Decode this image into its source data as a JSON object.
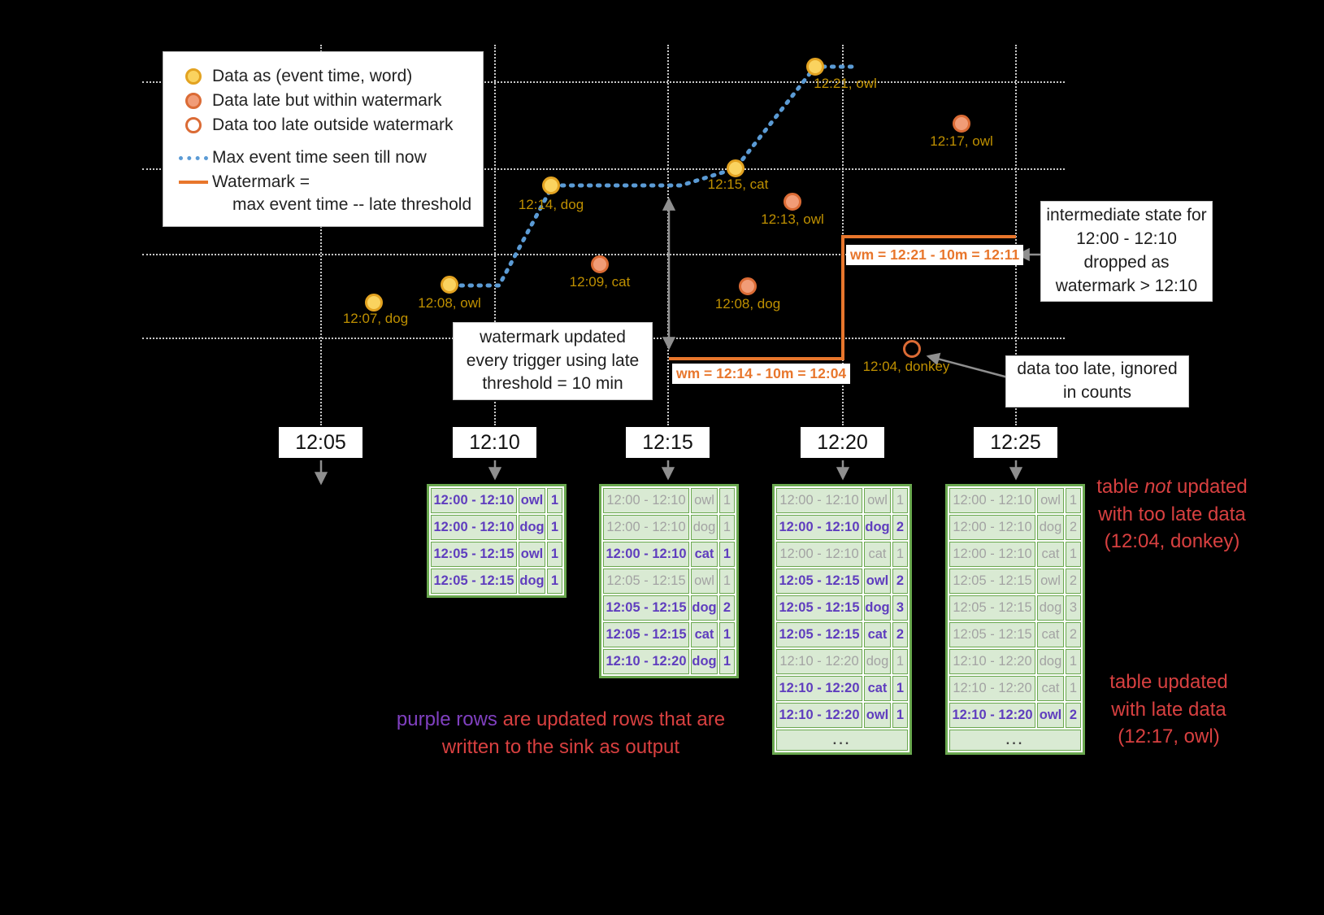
{
  "legend": {
    "items": [
      {
        "label": "Data as (event time, word)"
      },
      {
        "label": "Data late but within watermark"
      },
      {
        "label": "Data too late outside watermark"
      },
      {
        "label": "Max event time seen till now"
      },
      {
        "label": "Watermark ="
      }
    ],
    "watermark_line2": "max event time -- late threshold"
  },
  "points": {
    "ontime": [
      {
        "label": "12:07, dog"
      },
      {
        "label": "12:08, owl"
      },
      {
        "label": "12:14, dog"
      },
      {
        "label": "12:15, cat"
      },
      {
        "label": "12:21, owl"
      }
    ],
    "late": [
      {
        "label": "12:09, cat"
      },
      {
        "label": "12:13, owl"
      },
      {
        "label": "12:08, dog"
      },
      {
        "label": "12:17, owl"
      }
    ],
    "too_late": [
      {
        "label": "12:04, donkey"
      }
    ]
  },
  "watermarks": {
    "wm1": "wm = 12:14 - 10m = 12:04",
    "wm2": "wm = 12:21 - 10m = 12:11"
  },
  "callouts": {
    "update_note": "watermark updated every trigger using late threshold = 10 min",
    "intermediate_note": "intermediate state for 12:00 - 12:10 dropped as watermark > 12:10",
    "too_late_note": "data too late, ignored in counts"
  },
  "triggers": [
    {
      "label": "12:05"
    },
    {
      "label": "12:10"
    },
    {
      "label": "12:15"
    },
    {
      "label": "12:20"
    },
    {
      "label": "12:25"
    }
  ],
  "tables": [
    {
      "trigger": "12:10",
      "rows": [
        {
          "window": "12:00 - 12:10",
          "word": "owl",
          "count": "1",
          "updated": true
        },
        {
          "window": "12:00 - 12:10",
          "word": "dog",
          "count": "1",
          "updated": true
        },
        {
          "window": "12:05 - 12:15",
          "word": "owl",
          "count": "1",
          "updated": true
        },
        {
          "window": "12:05 - 12:15",
          "word": "dog",
          "count": "1",
          "updated": true
        }
      ]
    },
    {
      "trigger": "12:15",
      "rows": [
        {
          "window": "12:00 - 12:10",
          "word": "owl",
          "count": "1",
          "updated": false
        },
        {
          "window": "12:00 - 12:10",
          "word": "dog",
          "count": "1",
          "updated": false
        },
        {
          "window": "12:00 - 12:10",
          "word": "cat",
          "count": "1",
          "updated": true
        },
        {
          "window": "12:05 - 12:15",
          "word": "owl",
          "count": "1",
          "updated": false
        },
        {
          "window": "12:05 - 12:15",
          "word": "dog",
          "count": "2",
          "updated": true
        },
        {
          "window": "12:05 - 12:15",
          "word": "cat",
          "count": "1",
          "updated": true
        },
        {
          "window": "12:10 - 12:20",
          "word": "dog",
          "count": "1",
          "updated": true
        }
      ]
    },
    {
      "trigger": "12:20",
      "ellipsis": "...",
      "rows": [
        {
          "window": "12:00 - 12:10",
          "word": "owl",
          "count": "1",
          "updated": false
        },
        {
          "window": "12:00 - 12:10",
          "word": "dog",
          "count": "2",
          "updated": true
        },
        {
          "window": "12:00 - 12:10",
          "word": "cat",
          "count": "1",
          "updated": false
        },
        {
          "window": "12:05 - 12:15",
          "word": "owl",
          "count": "2",
          "updated": true
        },
        {
          "window": "12:05 - 12:15",
          "word": "dog",
          "count": "3",
          "updated": true
        },
        {
          "window": "12:05 - 12:15",
          "word": "cat",
          "count": "2",
          "updated": true
        },
        {
          "window": "12:10 - 12:20",
          "word": "dog",
          "count": "1",
          "updated": false
        },
        {
          "window": "12:10 - 12:20",
          "word": "cat",
          "count": "1",
          "updated": true
        },
        {
          "window": "12:10 - 12:20",
          "word": "owl",
          "count": "1",
          "updated": true
        }
      ]
    },
    {
      "trigger": "12:25",
      "ellipsis": "...",
      "rows": [
        {
          "window": "12:00 - 12:10",
          "word": "owl",
          "count": "1",
          "updated": false
        },
        {
          "window": "12:00 - 12:10",
          "word": "dog",
          "count": "2",
          "updated": false
        },
        {
          "window": "12:00 - 12:10",
          "word": "cat",
          "count": "1",
          "updated": false
        },
        {
          "window": "12:05 - 12:15",
          "word": "owl",
          "count": "2",
          "updated": false
        },
        {
          "window": "12:05 - 12:15",
          "word": "dog",
          "count": "3",
          "updated": false
        },
        {
          "window": "12:05 - 12:15",
          "word": "cat",
          "count": "2",
          "updated": false
        },
        {
          "window": "12:10 - 12:20",
          "word": "dog",
          "count": "1",
          "updated": false
        },
        {
          "window": "12:10 - 12:20",
          "word": "cat",
          "count": "1",
          "updated": false
        },
        {
          "window": "12:10 - 12:20",
          "word": "owl",
          "count": "2",
          "updated": true
        }
      ]
    }
  ],
  "notes": {
    "purple_highlight": "purple rows",
    "purple_rest": " are updated rows that are written to the sink as output",
    "not_pre": "table ",
    "not_italic": "not",
    "not_rest": " updated with too late data (12:04, donkey)",
    "late_updated": "table updated with late data (12:17, owl)"
  },
  "colors": {
    "on_time_point": "#FAD35F",
    "late_point": "#F19C77",
    "point_stroke": "#DB6B35",
    "watermark_line": "#E8762C",
    "max_event_line": "#5B9BD5",
    "updated_row_text": "#5F3DBE",
    "table_border": "#6AA84F",
    "table_cell_bg": "#D9EAD3",
    "note_red": "#D84040",
    "point_label": "#BF9000",
    "background": "#000000"
  }
}
